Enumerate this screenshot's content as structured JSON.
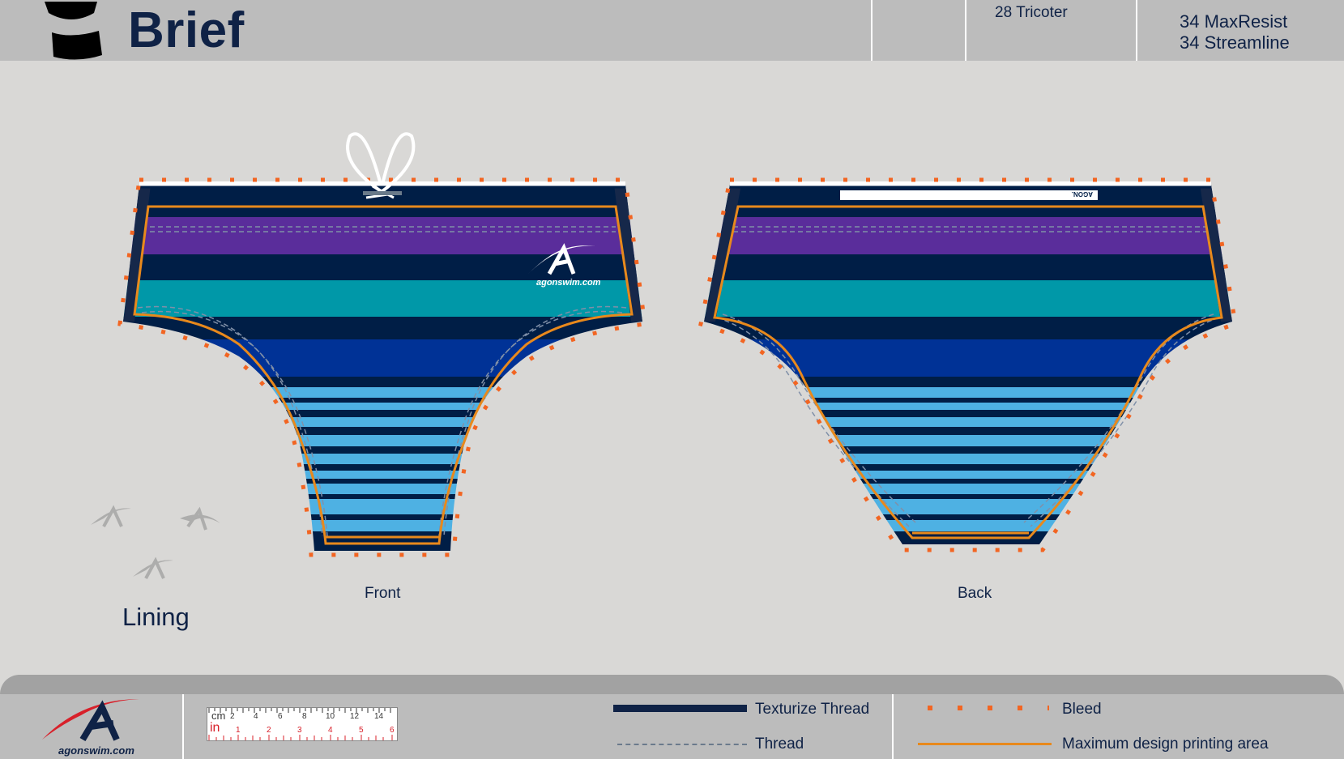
{
  "header": {
    "title": "Brief",
    "fabric_1": "28 Tricoter",
    "fabric_2_line1": "34 MaxResist",
    "fabric_2_line2": "34 Streamline"
  },
  "views": {
    "front_label": "Front",
    "back_label": "Back",
    "lining_label": "Lining"
  },
  "brand": {
    "website": "agonswim.com",
    "waistband_tag": "AGON."
  },
  "ruler": {
    "cm_unit": "cm",
    "in_unit": "in",
    "cm_ticks": [
      "2",
      "4",
      "6",
      "8",
      "10",
      "12",
      "14"
    ],
    "in_ticks": [
      "1",
      "2",
      "3",
      "4",
      "5",
      "6"
    ]
  },
  "legend": {
    "texturize_thread": "Texturize Thread",
    "thread": "Thread",
    "bleed": "Bleed",
    "max_print_area": "Maximum design printing area"
  },
  "colors": {
    "navy": "#001e46",
    "purple": "#5a2d9b",
    "teal": "#0098a8",
    "royal_blue": "#003296",
    "sky_blue": "#4eb1e3",
    "bleed_orange": "#f26522",
    "print_area_orange": "#e8891c",
    "brand_red": "#d8202a"
  },
  "icons": {
    "header_icon": "brief-silhouette-icon",
    "drawstring": "drawstring-icon",
    "footer_logo": "agon-logo-icon"
  }
}
